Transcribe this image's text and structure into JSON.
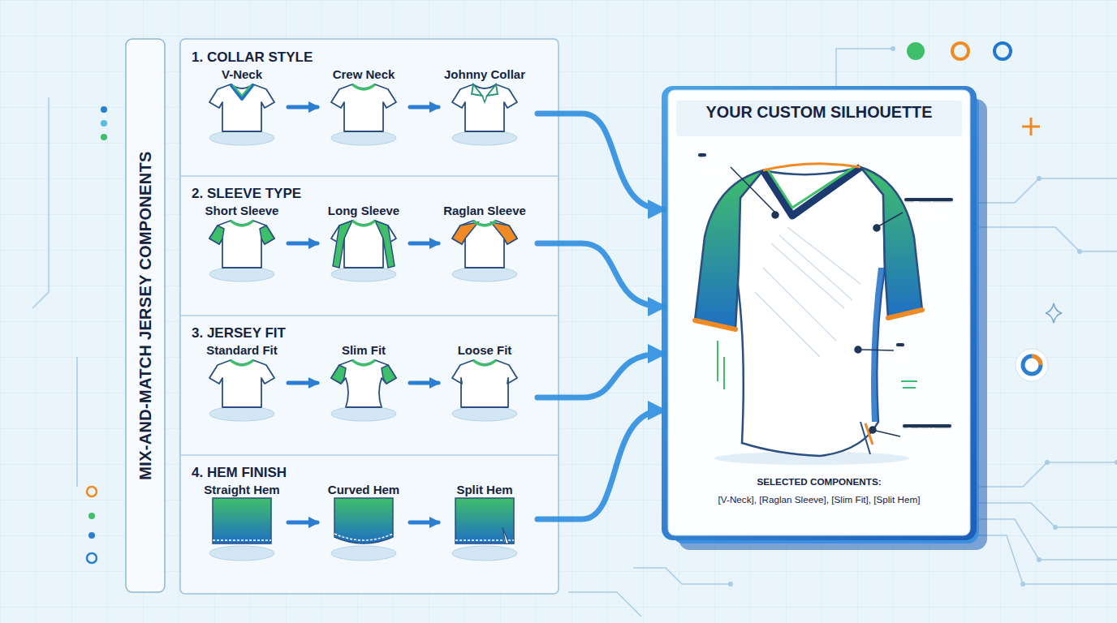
{
  "diagram": {
    "nodes": [
      {
        "text": [
          "MIX-AND-MATCH JERSEY COMPONENTS"
        ]
      },
      {
        "text": [
          "1. COLLAR STYLE"
        ]
      },
      {
        "text": [
          "V-Neck"
        ],
        "in": 1
      },
      {
        "text": [
          "Crew Neck"
        ],
        "in": 1
      },
      {
        "text": [
          "Johnny Collar"
        ],
        "in": 1
      },
      {
        "text": [
          "2. SLEEVE TYPE"
        ]
      },
      {
        "text": [
          "Short Sleeve"
        ],
        "in": 5
      },
      {
        "text": [
          "Long Sleeve"
        ],
        "in": 5
      },
      {
        "text": [
          "Raglan Sleeve"
        ],
        "in": 5
      },
      {
        "text": [
          "3. JERSEY FIT"
        ]
      },
      {
        "text": [
          "Standard Fit"
        ],
        "in": 9
      },
      {
        "text": [
          "Slim Fit"
        ],
        "in": 9
      },
      {
        "text": [
          "Loose Fit"
        ],
        "in": 9
      },
      {
        "text": [
          "4. HEM FINISH"
        ]
      },
      {
        "text": [
          "Straight Hem"
        ],
        "in": 13
      },
      {
        "text": [
          "Curved Hem"
        ],
        "in": 13
      },
      {
        "text": [
          "Split Hem"
        ],
        "in": 13
      },
      {
        "text": [
          "YOUR CUSTOM SILHOUETTE",
          "SELECTED COMPONENTS:",
          "[V-Neck], [Raglan Sleeve], [Slim Fit], [Split Hem]"
        ]
      },
      {
        "text": [
          "V-Neck"
        ],
        "in": 17
      },
      {
        "text": [
          "Raglan Sleeve"
        ],
        "in": 17
      },
      {
        "text": [
          "Slim Fit"
        ],
        "in": 17
      },
      {
        "text": [
          "Split Hem"
        ],
        "in": 17
      }
    ],
    "edges": [
      {
        "from": 2,
        "to": 3,
        "arrow": "to"
      },
      {
        "from": 3,
        "to": 4,
        "arrow": "to"
      },
      {
        "from": 6,
        "to": 7,
        "arrow": "to"
      },
      {
        "from": 7,
        "to": 8,
        "arrow": "to"
      },
      {
        "from": 10,
        "to": 11,
        "arrow": "to"
      },
      {
        "from": 11,
        "to": 12,
        "arrow": "to"
      },
      {
        "from": 14,
        "to": 15,
        "arrow": "to"
      },
      {
        "from": 15,
        "to": 16,
        "arrow": "to"
      },
      {
        "from": 1,
        "to": 17,
        "arrow": "to"
      },
      {
        "from": 5,
        "to": 17,
        "arrow": "to"
      },
      {
        "from": 9,
        "to": 17,
        "arrow": "to"
      },
      {
        "from": 13,
        "to": 17,
        "arrow": "to"
      }
    ]
  }
}
